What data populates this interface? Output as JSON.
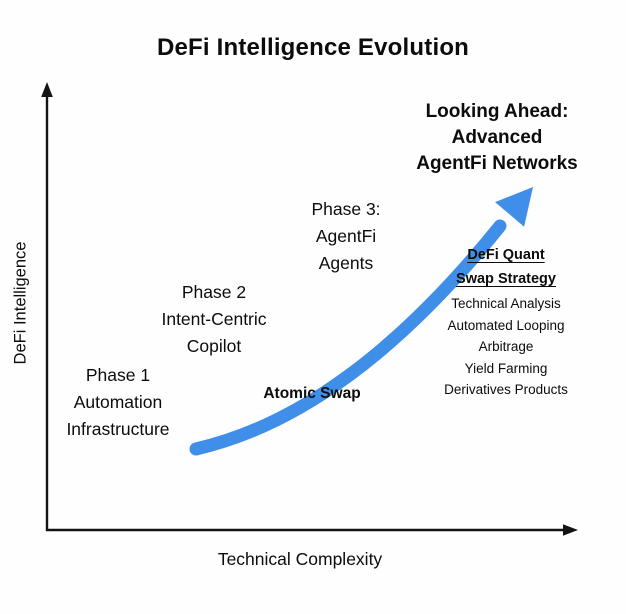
{
  "title": "DeFi Intelligence Evolution",
  "axes": {
    "y_label": "DeFi Intelligence",
    "x_label": "Technical Complexity"
  },
  "phases": [
    {
      "lines": [
        "Phase 1",
        "Automation",
        "Infrastructure"
      ]
    },
    {
      "lines": [
        "Phase 2",
        "Intent-Centric",
        "Copilot"
      ]
    },
    {
      "lines": [
        "Phase 3:",
        "AgentFi",
        "Agents"
      ]
    },
    {
      "lines": [
        "Looking Ahead:",
        "Advanced",
        "AgentFi Networks"
      ]
    }
  ],
  "annotations": {
    "atomic_swap": "Atomic Swap"
  },
  "strategy_panel": {
    "heading_lines": [
      "DeFi Quant",
      "Swap Strategy"
    ],
    "items": [
      "Technical Analysis",
      "Automated Looping",
      "Arbitrage",
      "Yield Farming",
      "Derivatives Products"
    ]
  },
  "colors": {
    "arrow_blue": "#3f8fe8",
    "axis_black": "#141414",
    "background": "#fefefe"
  }
}
